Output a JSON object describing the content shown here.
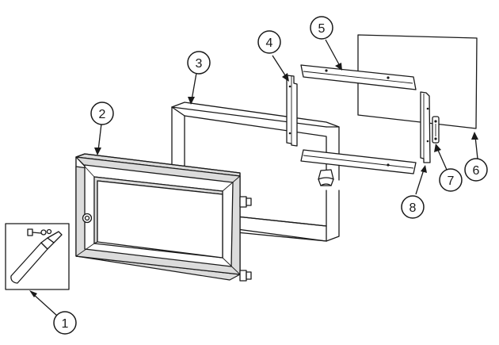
{
  "callouts": {
    "c1": "1",
    "c2": "2",
    "c3": "3",
    "c4": "4",
    "c5": "5",
    "c6": "6",
    "c7": "7",
    "c8": "8"
  },
  "colors": {
    "line": "#1a1a1a",
    "background": "#ffffff",
    "shade": "#dcdcdc"
  }
}
